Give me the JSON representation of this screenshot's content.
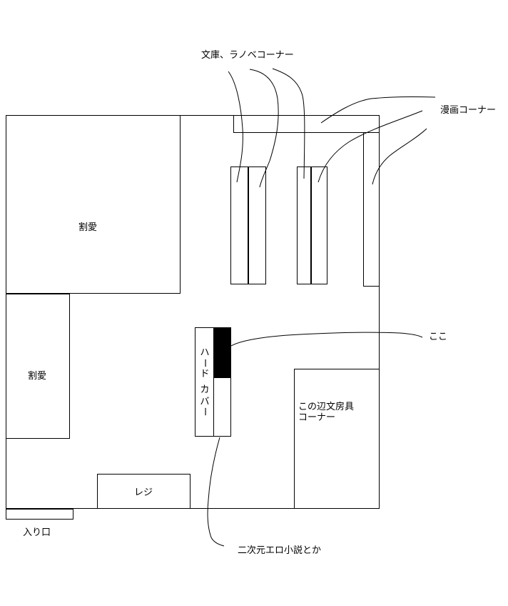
{
  "labels": {
    "bunko": "文庫、ラノベコーナー",
    "manga": "漫画コーナー",
    "kowari1": "割愛",
    "kowari2": "割愛",
    "hardcover_chars": [
      "ハ",
      "ー",
      "ド",
      "カ",
      "バ",
      "ー"
    ],
    "koko": "ここ",
    "stationery_line1": "この辺文房具",
    "stationery_line2": "コーナー",
    "register": "レジ",
    "entrance": "入り口",
    "nijigen": "二次元エロ小説とか"
  }
}
